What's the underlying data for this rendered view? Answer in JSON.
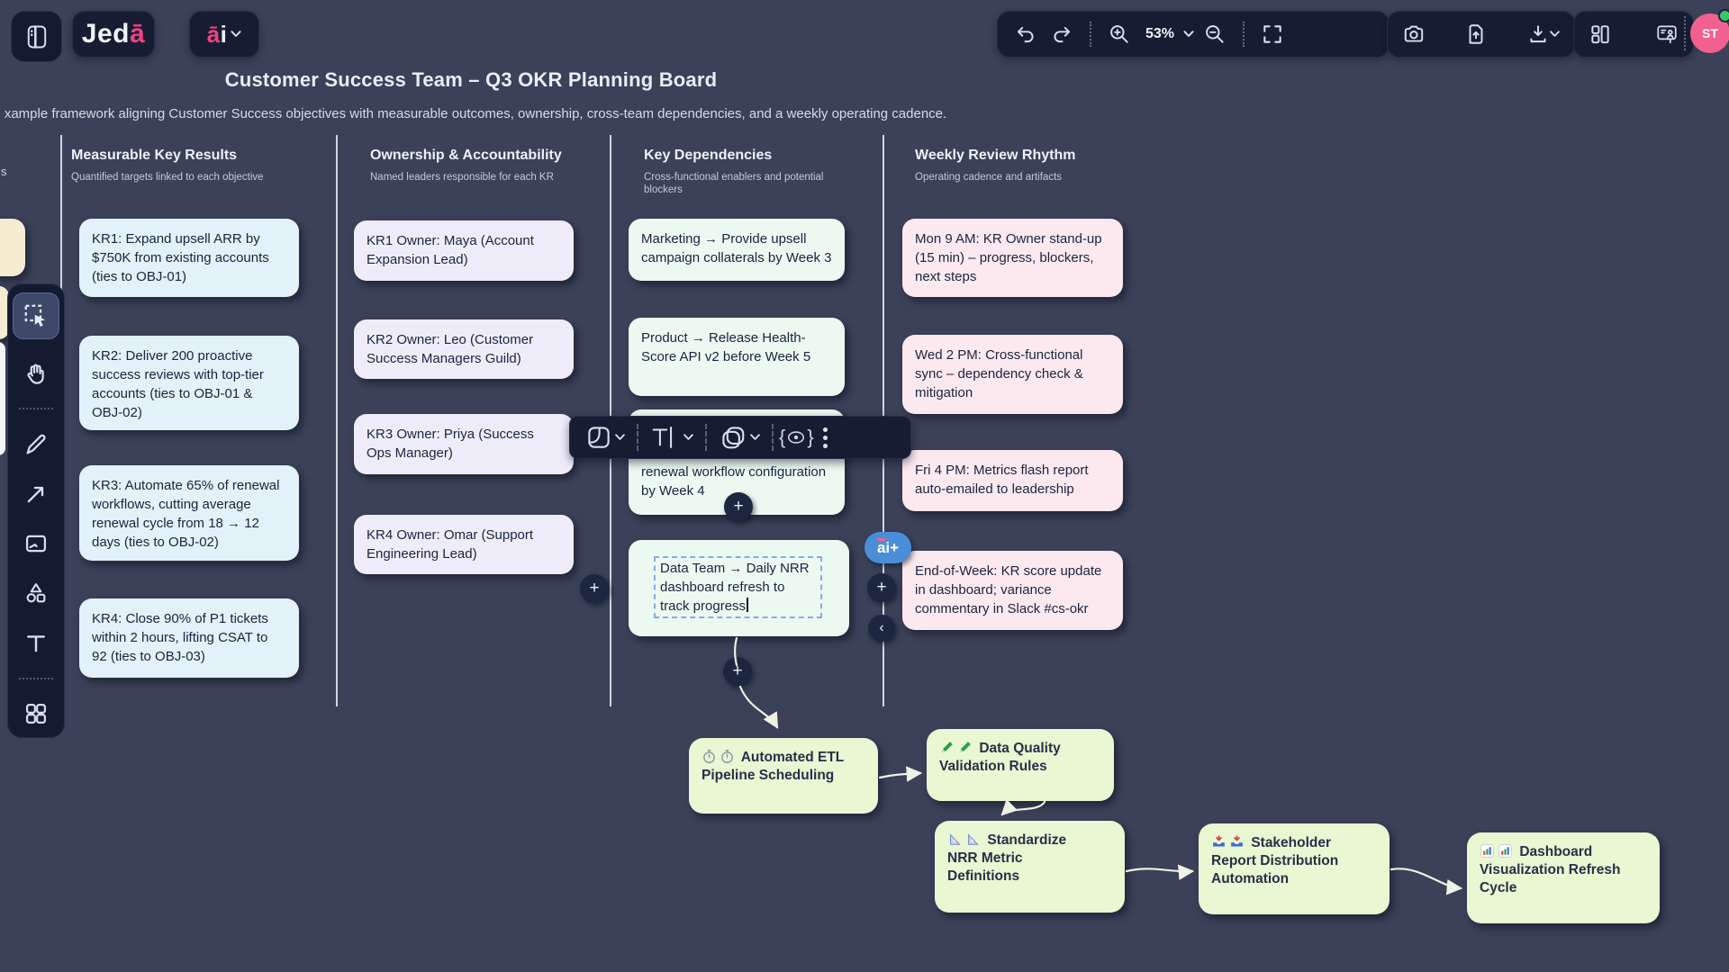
{
  "topbar": {
    "logo_main": "Jed",
    "logo_accent": "ā",
    "ai_main": "ā",
    "ai_rest": "i",
    "zoom_level": "53%",
    "avatar_initials": "ST"
  },
  "board": {
    "title": "Customer Success Team – Q3 OKR Planning Board",
    "subtitle": "xample framework aligning Customer Success objectives with measurable outcomes, ownership, cross-team dependencies, and a weekly operating cadence.",
    "left_edge_fragment": "s"
  },
  "columns": [
    {
      "title": "Measurable Key Results",
      "subtitle": "Quantified targets linked to each objective",
      "cards": [
        "KR1: Expand upsell ARR by $750K from existing accounts (ties to OBJ-01)",
        "KR2: Deliver 200 proactive success reviews with top-tier accounts (ties to OBJ-01 & OBJ-02)",
        "KR3: Automate 65% of renewal workflows, cutting average renewal cycle from 18 → 12 days (ties to OBJ-02)",
        "KR4: Close 90% of P1 tickets within 2 hours, lifting CSAT to 92 (ties to OBJ-03)"
      ]
    },
    {
      "title": "Ownership & Accountability",
      "subtitle": "Named leaders responsible for each KR",
      "cards": [
        "KR1 Owner: Maya (Account Expansion Lead)",
        "KR2 Owner: Leo (Customer Success Managers Guild)",
        "KR3 Owner: Priya (Success Ops Manager)",
        "KR4 Owner: Omar (Support Engineering Lead)"
      ]
    },
    {
      "title": "Key Dependencies",
      "subtitle": "Cross-functional enablers and potential blockers",
      "cards": [
        "Marketing → Provide upsell campaign collaterals by Week 3",
        "Product → Release Health-Score API v2 before Week 5",
        "renewal workflow configuration by Week 4",
        "Data Team → Daily NRR dashboard refresh to track progress"
      ]
    },
    {
      "title": "Weekly Review Rhythm",
      "subtitle": "Operating cadence and artifacts",
      "cards": [
        "Mon 9 AM: KR Owner stand-up (15 min) – progress, blockers, next steps",
        "Wed 2 PM: Cross-functional sync – dependency check & mitigation",
        "Fri 4 PM: Metrics flash report auto-emailed to leadership",
        "End-of-Week: KR score update in dashboard; variance commentary in Slack #cs-okr"
      ]
    }
  ],
  "selection": {
    "ai_badge": "ai+"
  },
  "flow_nodes": [
    {
      "label": "Automated ETL Pipeline Scheduling",
      "icon": "stopwatch"
    },
    {
      "label": "Data Quality Validation Rules",
      "icon": "green-pen"
    },
    {
      "label": "Standardize NRR Metric Definitions",
      "icon": "triangle-ruler"
    },
    {
      "label": "Stakeholder Report Distribution Automation",
      "icon": "inbox-tray"
    },
    {
      "label": "Dashboard Visualization Refresh Cycle",
      "icon": "bar-chart"
    }
  ],
  "colors": {
    "canvas": "#3a4158",
    "toolbar_pill": "#161d33",
    "accent_pink": "#f0437f",
    "ai_badge_blue": "#4a8ed8",
    "card_blue": "#e3f1f8",
    "card_lavender": "#efecfa",
    "card_mint": "#ecf9f1",
    "card_pink": "#fce9ef",
    "flow_node_green": "#e9f7d2"
  }
}
